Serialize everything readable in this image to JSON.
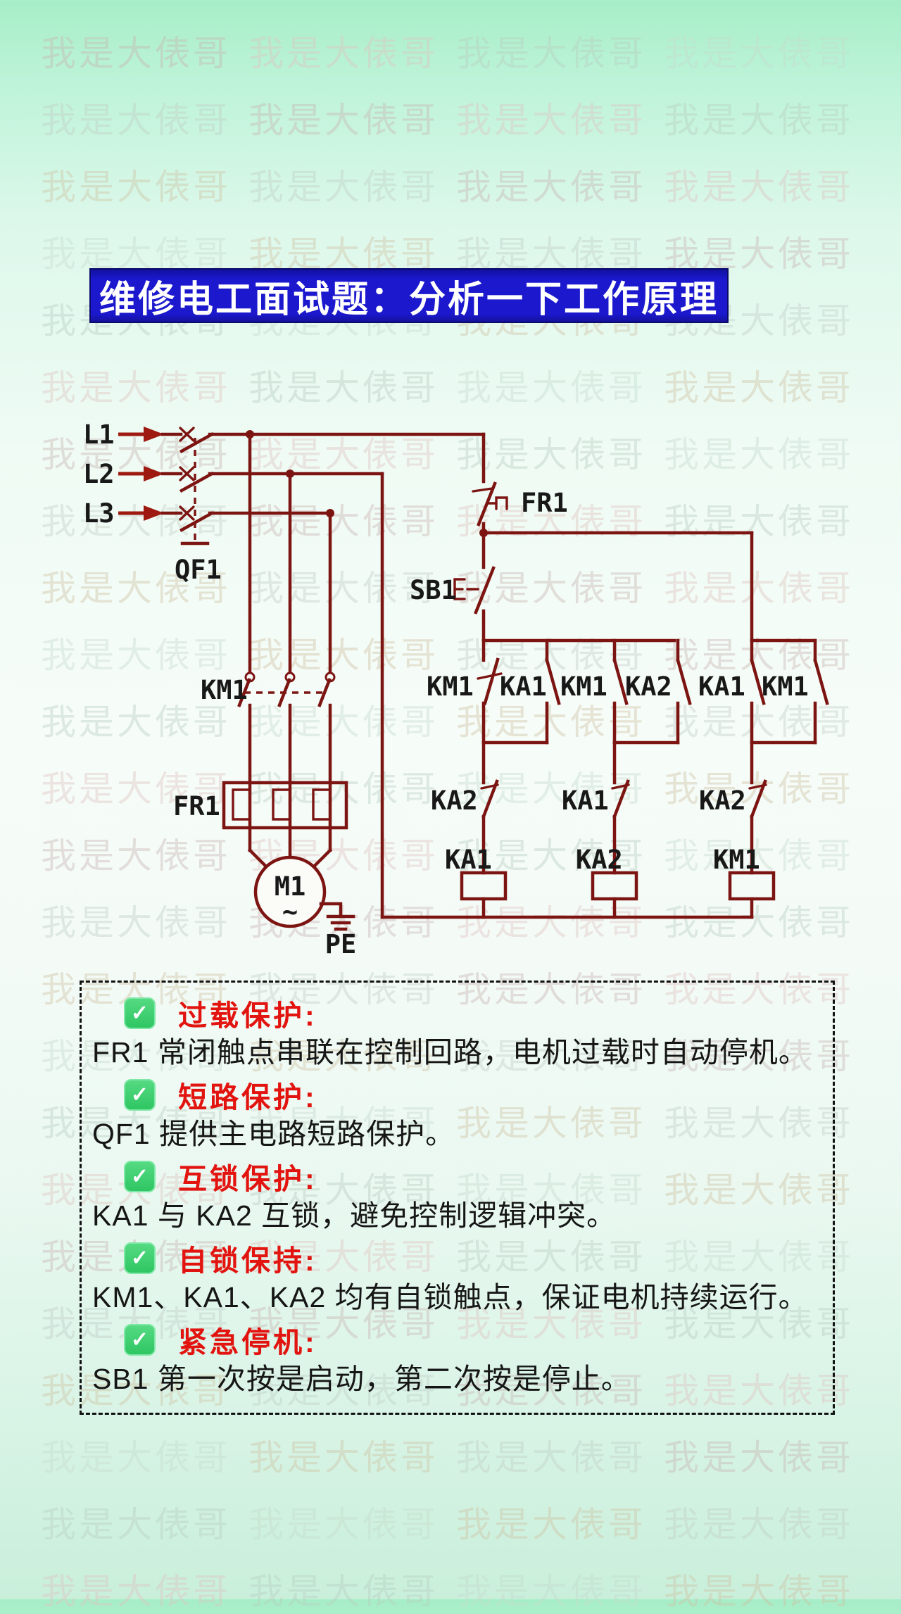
{
  "watermark": {
    "text": "我是大俵哥",
    "palette": [
      "#c9b6b3",
      "#dfc4c0",
      "#b9cfc1",
      "#c6dccd",
      "#cfc3a4",
      "#c2cfc7"
    ]
  },
  "title": {
    "text": "维修电工面试题：分析一下工作原理",
    "bg_color": "#1b18cd",
    "text_color": "#ffffff"
  },
  "circuit": {
    "wire_color": "#7c1412",
    "arrow_color": "#9e1a10",
    "power_labels": [
      "L1",
      "L2",
      "L3"
    ],
    "breaker": "QF1",
    "main_contactor": "KM1",
    "overload_heater": "FR1",
    "motor": {
      "name": "M1",
      "symbol": "~"
    },
    "ground": "PE",
    "control": {
      "overload_contact": "FR1",
      "start_button": "SB1",
      "row1": [
        [
          "KM1",
          "KA1"
        ],
        [
          "KM1",
          "KA2"
        ],
        [
          "KA1",
          "KM1"
        ]
      ],
      "row2": [
        "KA2",
        "KA1",
        "KA2"
      ],
      "coils": [
        "KA1",
        "KA2",
        "KM1"
      ]
    }
  },
  "notes": {
    "check": "✓",
    "check_color": "#3fce70",
    "heading_color": "#e21410",
    "items": [
      {
        "heading": "过载保护:",
        "body": "FR1 常闭触点串联在控制回路，电机过载时自动停机。"
      },
      {
        "heading": "短路保护:",
        "body": "QF1 提供主电路短路保护。"
      },
      {
        "heading": "互锁保护:",
        "body": "KA1 与 KA2 互锁，避免控制逻辑冲突。"
      },
      {
        "heading": "自锁保持:",
        "body": "KM1、KA1、KA2 均有自锁触点，保证电机持续运行。"
      },
      {
        "heading": "紧急停机:",
        "body": "SB1 第一次按是启动，第二次按是停止。"
      }
    ]
  }
}
